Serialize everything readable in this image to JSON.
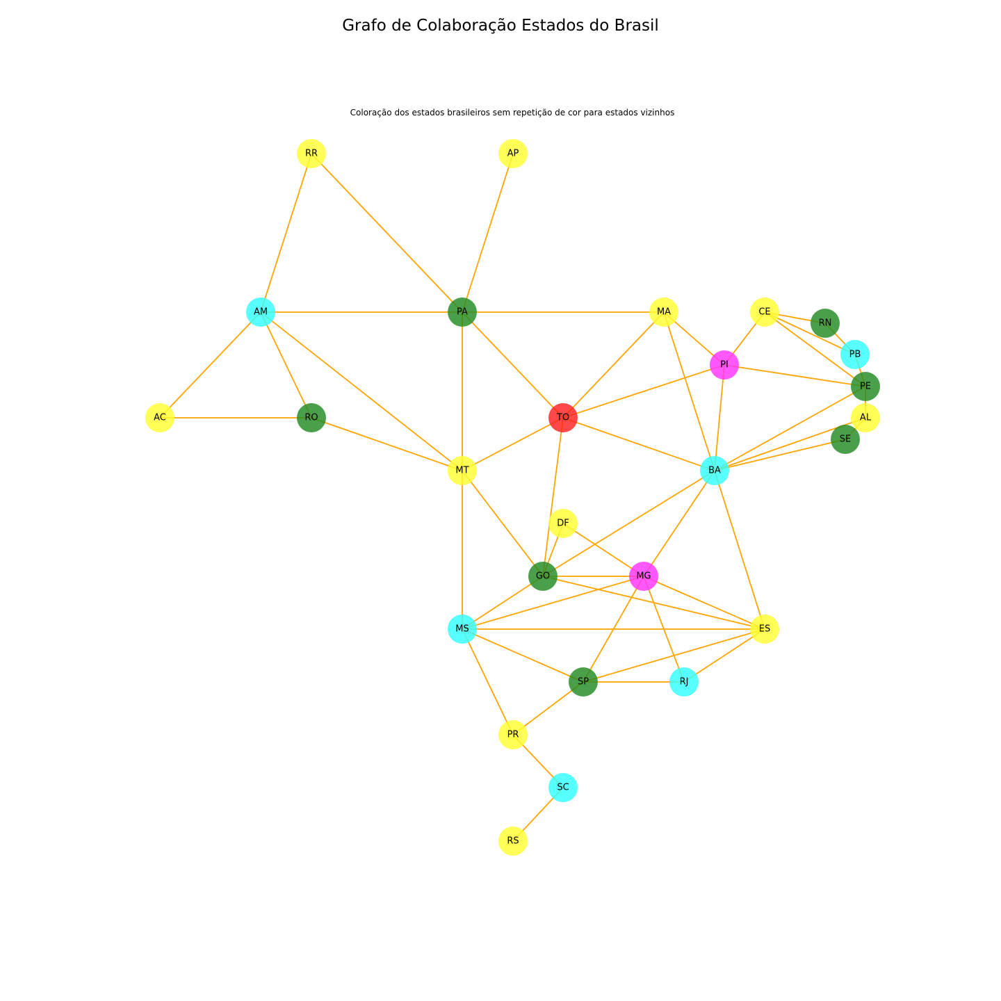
{
  "title": "Grafo de Colaboração Estados do Brasil",
  "subtitle": "Coloração dos estados brasileiros sem repetição de cor para estados vizinhos",
  "colors": {
    "edge": "#FFA500",
    "yellow": "#FFFF33",
    "cyan": "#33FFFF",
    "green": "#228B22",
    "magenta": "#FF33FF",
    "red": "#FF2020"
  },
  "nodes": [
    {
      "id": "RR",
      "color": "yellow"
    },
    {
      "id": "AP",
      "color": "yellow"
    },
    {
      "id": "AM",
      "color": "cyan"
    },
    {
      "id": "PA",
      "color": "green"
    },
    {
      "id": "MA",
      "color": "yellow"
    },
    {
      "id": "CE",
      "color": "yellow"
    },
    {
      "id": "RN",
      "color": "green"
    },
    {
      "id": "PB",
      "color": "cyan"
    },
    {
      "id": "PI",
      "color": "magenta"
    },
    {
      "id": "PE",
      "color": "green"
    },
    {
      "id": "AC",
      "color": "yellow"
    },
    {
      "id": "RO",
      "color": "green"
    },
    {
      "id": "TO",
      "color": "red"
    },
    {
      "id": "AL",
      "color": "yellow"
    },
    {
      "id": "SE",
      "color": "green"
    },
    {
      "id": "MT",
      "color": "yellow"
    },
    {
      "id": "BA",
      "color": "cyan"
    },
    {
      "id": "DF",
      "color": "yellow"
    },
    {
      "id": "GO",
      "color": "green"
    },
    {
      "id": "MG",
      "color": "magenta"
    },
    {
      "id": "MS",
      "color": "cyan"
    },
    {
      "id": "ES",
      "color": "yellow"
    },
    {
      "id": "SP",
      "color": "green"
    },
    {
      "id": "RJ",
      "color": "cyan"
    },
    {
      "id": "PR",
      "color": "yellow"
    },
    {
      "id": "SC",
      "color": "cyan"
    },
    {
      "id": "RS",
      "color": "yellow"
    }
  ],
  "edges": [
    [
      "RR",
      "AM"
    ],
    [
      "RR",
      "PA"
    ],
    [
      "AP",
      "PA"
    ],
    [
      "AM",
      "PA"
    ],
    [
      "AM",
      "AC"
    ],
    [
      "AM",
      "RO"
    ],
    [
      "AM",
      "MT"
    ],
    [
      "AC",
      "RO"
    ],
    [
      "RO",
      "MT"
    ],
    [
      "PA",
      "MA"
    ],
    [
      "PA",
      "TO"
    ],
    [
      "PA",
      "MT"
    ],
    [
      "MA",
      "TO"
    ],
    [
      "MA",
      "PI"
    ],
    [
      "MA",
      "BA"
    ],
    [
      "CE",
      "PI"
    ],
    [
      "CE",
      "RN"
    ],
    [
      "CE",
      "PB"
    ],
    [
      "CE",
      "PE"
    ],
    [
      "RN",
      "PB"
    ],
    [
      "PB",
      "PE"
    ],
    [
      "PI",
      "TO"
    ],
    [
      "PI",
      "PE"
    ],
    [
      "PI",
      "BA"
    ],
    [
      "PE",
      "AL"
    ],
    [
      "PE",
      "BA"
    ],
    [
      "AL",
      "SE"
    ],
    [
      "AL",
      "BA"
    ],
    [
      "SE",
      "BA"
    ],
    [
      "TO",
      "MT"
    ],
    [
      "TO",
      "BA"
    ],
    [
      "TO",
      "GO"
    ],
    [
      "MT",
      "GO"
    ],
    [
      "MT",
      "MS"
    ],
    [
      "BA",
      "GO"
    ],
    [
      "BA",
      "MG"
    ],
    [
      "BA",
      "ES"
    ],
    [
      "DF",
      "GO"
    ],
    [
      "DF",
      "MG"
    ],
    [
      "GO",
      "MG"
    ],
    [
      "GO",
      "MS"
    ],
    [
      "GO",
      "ES"
    ],
    [
      "MG",
      "MS"
    ],
    [
      "MG",
      "ES"
    ],
    [
      "MG",
      "SP"
    ],
    [
      "MG",
      "RJ"
    ],
    [
      "MS",
      "ES"
    ],
    [
      "MS",
      "SP"
    ],
    [
      "MS",
      "PR"
    ],
    [
      "ES",
      "SP"
    ],
    [
      "ES",
      "RJ"
    ],
    [
      "SP",
      "RJ"
    ],
    [
      "SP",
      "PR"
    ],
    [
      "PR",
      "SC"
    ],
    [
      "SC",
      "RS"
    ]
  ]
}
